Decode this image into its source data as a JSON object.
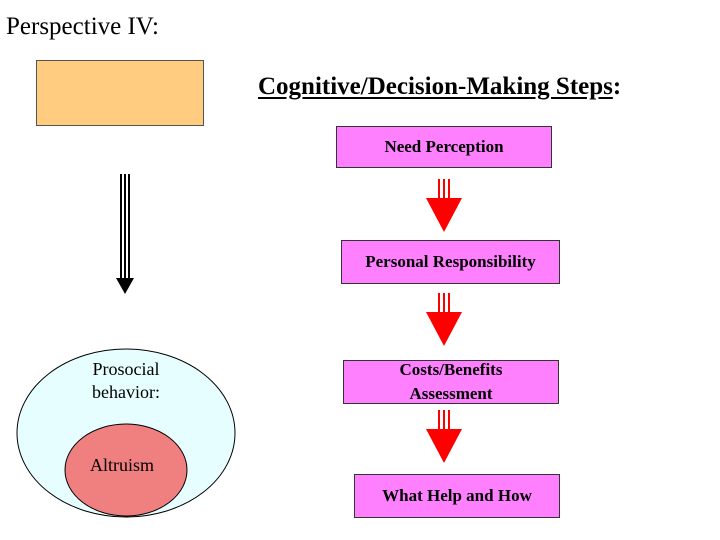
{
  "title": "Perspective IV:",
  "heading": {
    "text": "Cognitive/Decision-Making Steps",
    "suffix": ":"
  },
  "steps": [
    {
      "label": "Need Perception"
    },
    {
      "label": "Personal Responsibility"
    },
    {
      "label": "Costs/Benefits Assessment"
    },
    {
      "label": "What Help and How"
    }
  ],
  "outcome": {
    "outer_label": "Prosocial behavior:",
    "inner_label": "Altruism"
  },
  "colors": {
    "box": "#ffcc80",
    "step": "#ff80ff",
    "arrow": "#ff0000",
    "outer_circle": "#e6feff",
    "inner_circle": "#f08080"
  }
}
